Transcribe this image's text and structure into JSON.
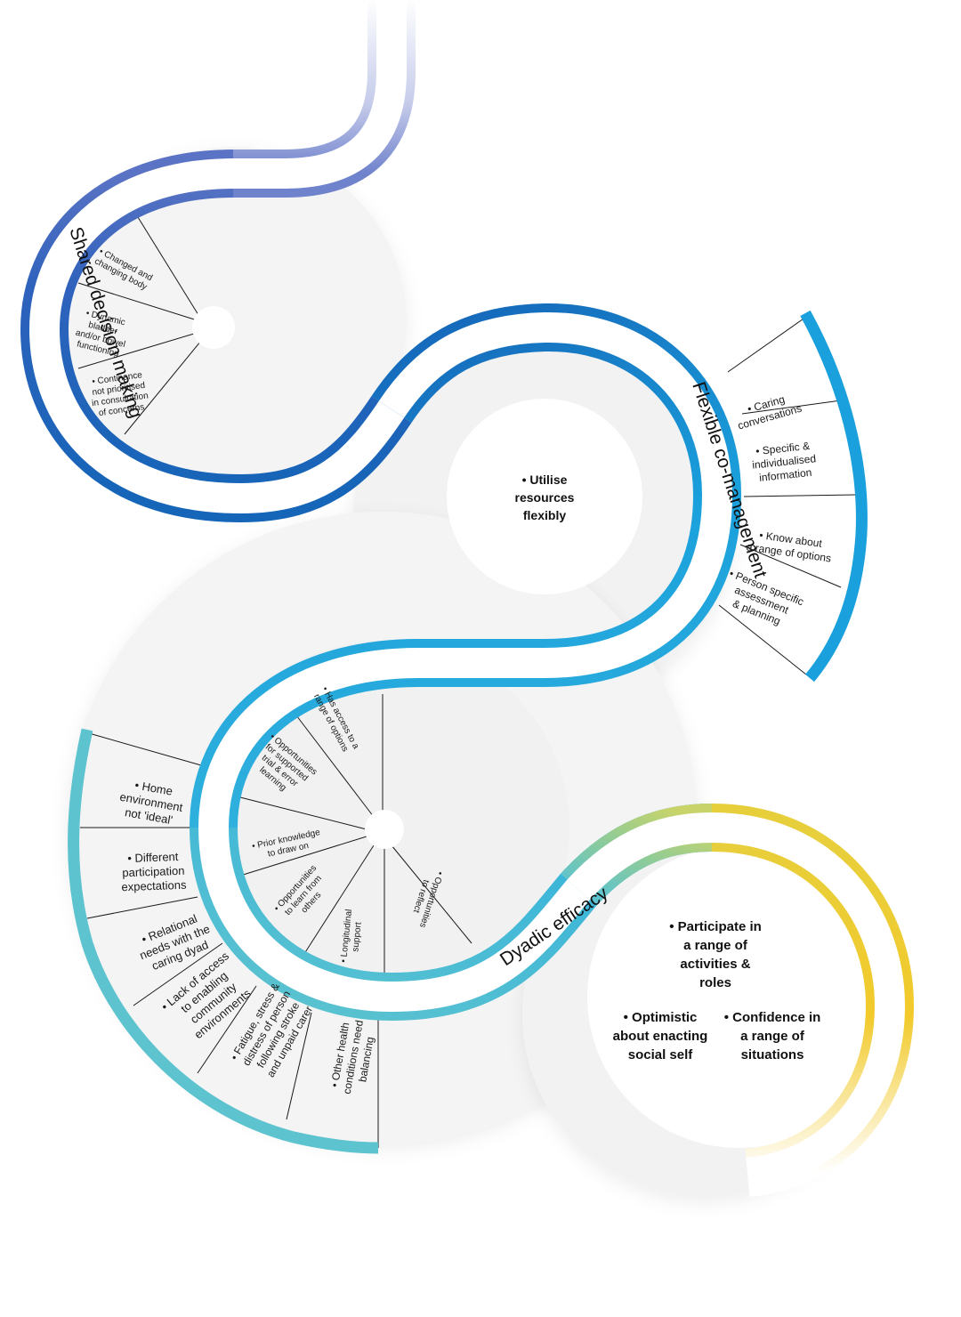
{
  "colors": {
    "band_dark_blue": "#1565b8",
    "band_mid_blue": "#1aa0dc",
    "band_teal": "#5cc3cf",
    "band_green": "#a7cf86",
    "band_yellow": "#f2ca2c",
    "band_lavender": "#dfe3f4",
    "disc": "#f4f4f4"
  },
  "bands": {
    "shared_decision_making": "Shared decision making",
    "flexible_co_management": "Flexible co-management",
    "dyadic_efficacy": "Dyadic efficacy"
  },
  "shared_decision_making_items": [
    [
      "• Changed and",
      "changing body"
    ],
    [
      "• Dynamic",
      "bladder",
      "and/or bowel",
      "functioning"
    ],
    [
      "• Continence",
      "not prioritised",
      "in consultation",
      "of concerns"
    ]
  ],
  "flexible_co_management_items": [
    [
      "• Caring",
      "conversations"
    ],
    [
      "• Specific &",
      "individualised",
      "information"
    ],
    [
      "• Know about",
      "a range of options"
    ],
    [
      "• Person specific",
      "assessment",
      "& planning"
    ]
  ],
  "flexible_co_management_centre": [
    "• Utilise",
    "resources",
    "flexibly"
  ],
  "dyadic_inner_items": [
    [
      "• Has access to a",
      "range of options"
    ],
    [
      "• Opportunities",
      "for supported",
      "trial & error",
      "learning"
    ],
    [
      "• Prior knowledge",
      "to draw on"
    ],
    [
      "• Opportunities",
      "to learn from",
      "others"
    ],
    [
      "• Longitudinal",
      "support"
    ],
    [
      "• Opportunities",
      "to reflect"
    ]
  ],
  "dyadic_outer_items": [
    [
      "• Home",
      "environment",
      "not 'ideal'"
    ],
    [
      "• Different",
      "participation",
      "expectations"
    ],
    [
      "• Relational",
      "needs with the",
      "caring dyad"
    ],
    [
      "• Lack of access",
      "to enabling",
      "community",
      "environments"
    ],
    [
      "• Fatigue, stress &",
      "distress of person",
      "following stroke",
      "and unpaid carer"
    ],
    [
      "• Other health",
      "conditions need",
      "balancing"
    ]
  ],
  "dyadic_efficacy_outcomes": {
    "top": [
      "• Participate in",
      "a range of",
      "activities &",
      "roles"
    ],
    "left": [
      "• Optimistic",
      "about enacting",
      "social self"
    ],
    "right": [
      "• Confidence in",
      "a range of",
      "situations"
    ]
  }
}
